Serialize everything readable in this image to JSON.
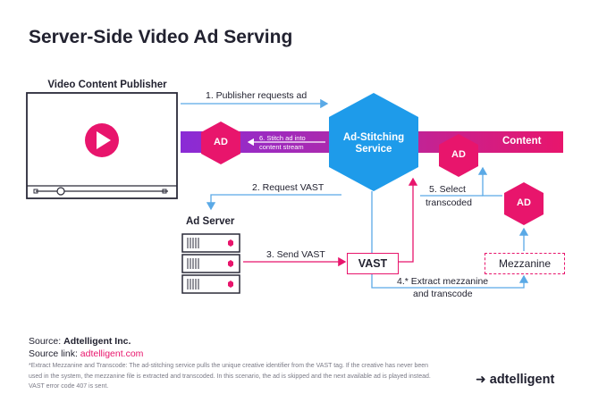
{
  "title": "Server-Side Video Ad Serving",
  "publisher_label": "Video Content Publisher",
  "ad_server_label": "Ad Server",
  "stitching_service": {
    "line1": "Ad-Stitching",
    "line2": "Service"
  },
  "content_label": "Content",
  "ad_label": "AD",
  "steps": {
    "step1": "1. Publisher requests ad",
    "step2": "2. Request VAST",
    "step3": "3. Send VAST",
    "step4_line1": "4.* Extract mezzanine",
    "step4_line2": "and transcode",
    "step5_line1": "5. Select",
    "step5_line2": "transcoded",
    "step6_line1": "6. Stitch ad into",
    "step6_line2": "content stream"
  },
  "vast_label": "VAST",
  "mezzanine_label": "Mezzanine",
  "source": {
    "prefix": "Source: ",
    "name": "Adtelligent Inc.",
    "link_prefix": "Source link: ",
    "link": "adtelligent.com"
  },
  "footnote": "*Extract Mezzanine and Transcode: The ad-stitching service pulls the unique creative identifier from the VAST tag. If the creative has never been used in the system, the mezzanine file is extracted and transcoded. In this scenario, the ad is skipped and the next available ad is played instead. VAST error code 407 is sent.",
  "brand": "adtelligent",
  "colors": {
    "accent": "#e8156c",
    "blue": "#1e9bea",
    "purple": "#8a2bd6",
    "arrow": "#5aa9e6"
  }
}
